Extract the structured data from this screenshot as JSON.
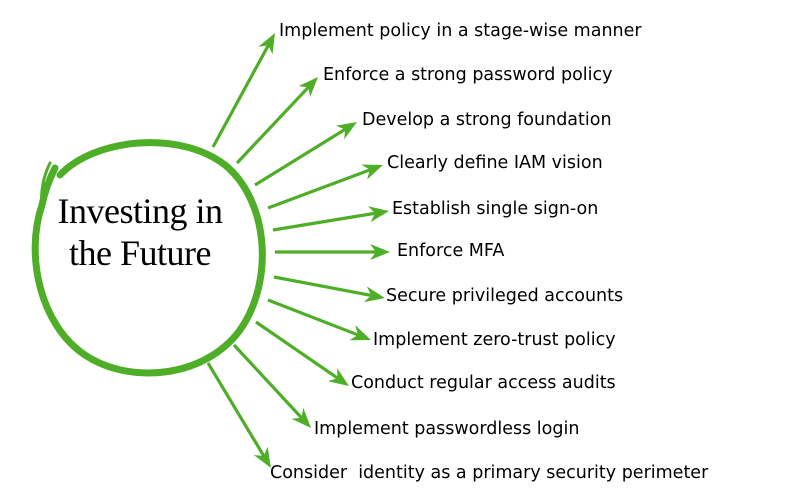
{
  "diagram": {
    "center": {
      "line1": "Investing in",
      "line2": "the Future"
    },
    "colors": {
      "accent": "#4fae28",
      "text": "#000000"
    },
    "items": [
      {
        "label": "Implement policy in a stage-wise manner"
      },
      {
        "label": "Enforce a strong password policy"
      },
      {
        "label": "Develop a strong foundation"
      },
      {
        "label": "Clearly define IAM vision"
      },
      {
        "label": "Establish single sign-on"
      },
      {
        "label": "Enforce MFA"
      },
      {
        "label": "Secure privileged accounts"
      },
      {
        "label": "Implement zero-trust policy"
      },
      {
        "label": "Conduct regular access audits"
      },
      {
        "label": "Implement passwordless login"
      },
      {
        "label": "Consider  identity as a primary security perimeter"
      }
    ]
  }
}
